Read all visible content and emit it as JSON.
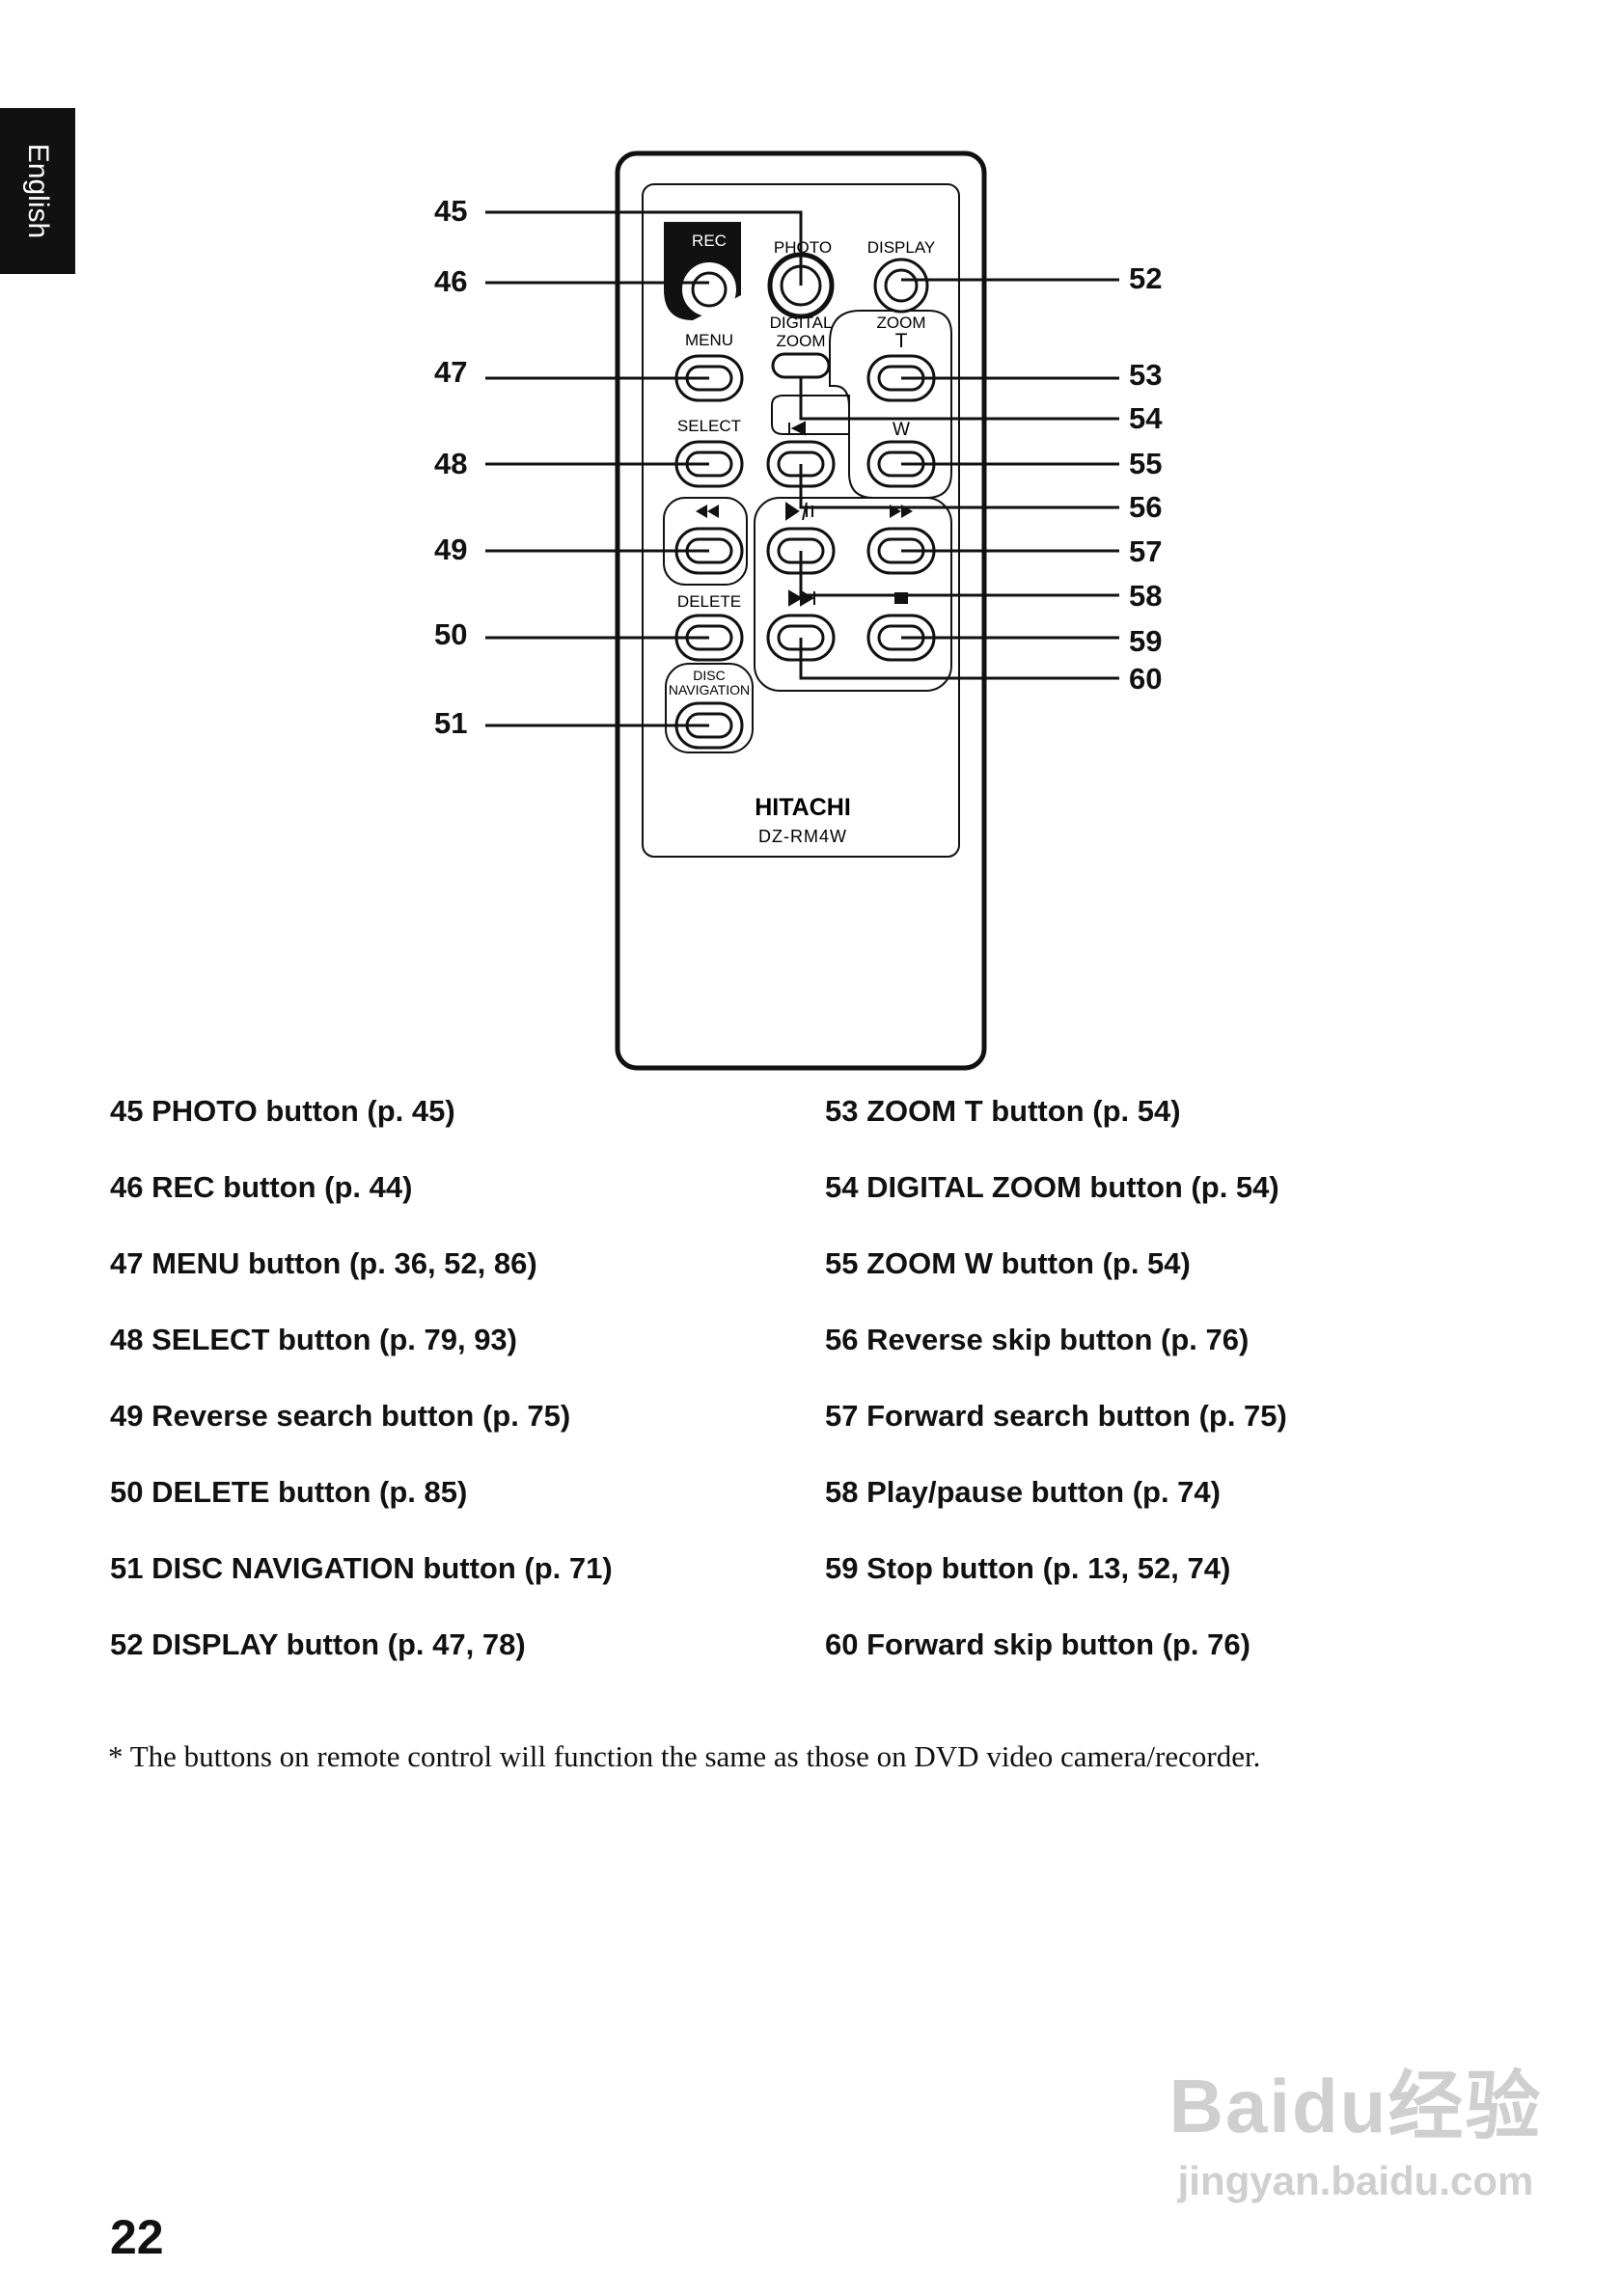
{
  "side_tab": {
    "label": "English"
  },
  "remote": {
    "brand": "HITACHI",
    "model": "DZ-RM4W",
    "button_labels": {
      "rec": "REC",
      "photo": "PHOTO",
      "display": "DISPLAY",
      "menu": "MENU",
      "digital": "DIGITAL",
      "digital_zoom": "ZOOM",
      "zoom": "ZOOM",
      "zoom_t": "T",
      "select": "SELECT",
      "delete": "DELETE",
      "disc": "DISC",
      "navigation": "NAVIGATION",
      "zoom_w": "W"
    },
    "callouts": [
      "45",
      "46",
      "47",
      "48",
      "49",
      "50",
      "51",
      "52",
      "53",
      "54",
      "55",
      "56",
      "57",
      "58",
      "59",
      "60"
    ]
  },
  "legend_left": [
    "45 PHOTO button (p. 45)",
    "46 REC button (p. 44)",
    "47 MENU button (p. 36, 52, 86)",
    "48 SELECT button  (p. 79, 93)",
    "49 Reverse search button (p. 75)",
    "50 DELETE button (p. 85)",
    "51 DISC NAVIGATION button (p. 71)",
    "52 DISPLAY button (p. 47, 78)"
  ],
  "legend_right": [
    "53 ZOOM T button (p. 54)",
    "54 DIGITAL ZOOM button (p. 54)",
    "55 ZOOM W button (p. 54)",
    "56 Reverse skip button (p. 76)",
    "57 Forward search button (p. 75)",
    "58 Play/pause button (p. 74)",
    "59 Stop button (p. 13, 52, 74)",
    "60 Forward skip button (p. 76)"
  ],
  "footnote": "*  The buttons on remote control will function the same as those on DVD video camera/recorder.",
  "page_number": "22",
  "watermark": {
    "line1": "Baidu经验",
    "line2": "jingyan.baidu.com"
  }
}
